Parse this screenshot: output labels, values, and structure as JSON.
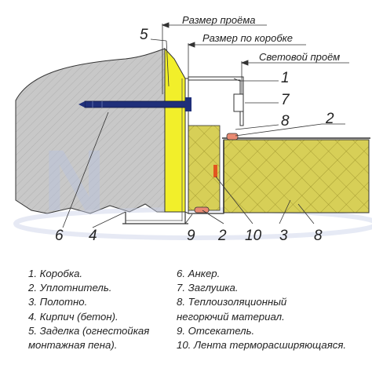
{
  "dimensions": {
    "opening": "Размер проёма",
    "frame": "Размер по коробке",
    "light": "Световой проём"
  },
  "callouts": [
    "5",
    "1",
    "7",
    "8",
    "2",
    "6",
    "4",
    "9",
    "2",
    "10",
    "3",
    "8"
  ],
  "legend_left": [
    "1. Коробка.",
    "2. Уплотнитель.",
    "3. Полотно.",
    "4. Кирпич (бетон).",
    "5. Заделка (огнестойкая",
    "монтажная пена)."
  ],
  "legend_right": [
    "6. Анкер.",
    "7. Заглушка.",
    "8. Теплоизоляционный",
    "негорючий материал.",
    "9. Отсекатель.",
    "10. Лента терморасширяющаяся."
  ],
  "colors": {
    "wall": "#c8c8c8",
    "foam": "#f2ef2a",
    "insulation": "#d7cf57",
    "anchor": "#1f2f7a",
    "seal": "#e98a72",
    "watermark": "#c0c8e0"
  }
}
